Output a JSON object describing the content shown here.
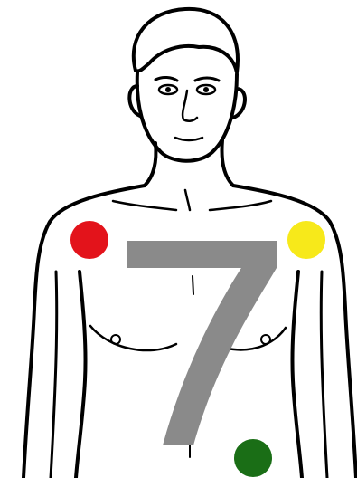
{
  "figure": {
    "overlay_numeral": "7",
    "numeral_color": "#8a8a8a",
    "outline_color": "#000000",
    "background_color": "#ffffff"
  },
  "electrodes": [
    {
      "id": "right-arm",
      "color": "#e3131b"
    },
    {
      "id": "left-arm",
      "color": "#f7e91a"
    },
    {
      "id": "left-leg",
      "color": "#1a6e16"
    }
  ]
}
